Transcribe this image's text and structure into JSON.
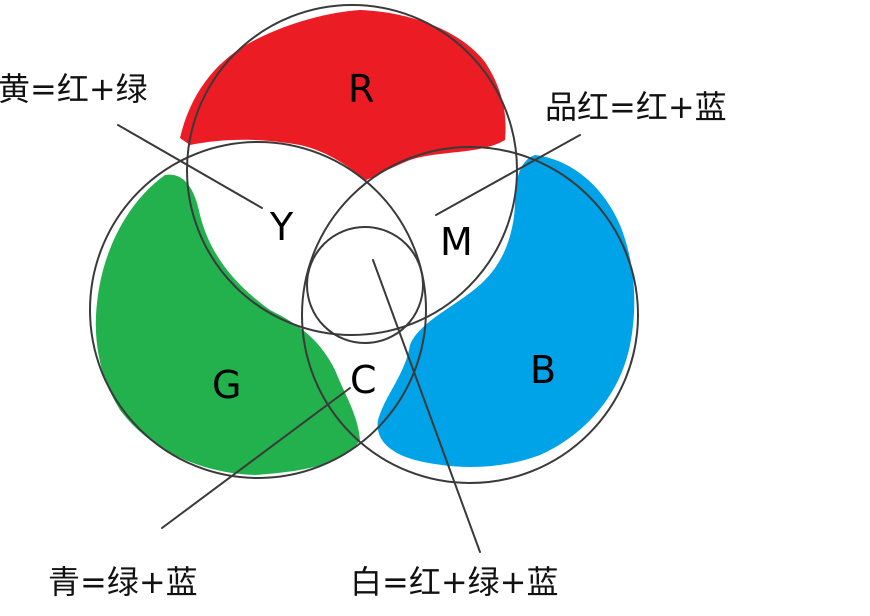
{
  "colors": {
    "red": "#ec1c24",
    "green": "#22b14c",
    "blue": "#00a2e8",
    "outline": "#3a3a3a"
  },
  "letters": {
    "R": "R",
    "Y": "Y",
    "M": "M",
    "C": "C",
    "G": "G",
    "B": "B"
  },
  "captions": {
    "yellow": "黄=红+绿",
    "magenta": "品红=红+蓝",
    "cyan": "青=绿+蓝",
    "white": "白=红+绿+蓝"
  }
}
